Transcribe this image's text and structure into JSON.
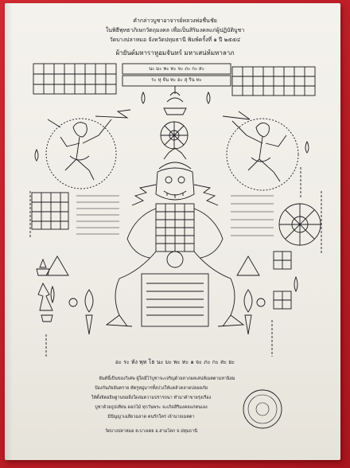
{
  "header": {
    "line1": "คำกล่าวบูชาอาจารย์หลวงพ่อชื่นชัย",
    "line2": "ในพิธีพุทธาภิเษกวัตถุมงคล เพื่อเป็นสิริมงคลแก่ผู้ปฏิบัติบูชา",
    "line3": "วัดบางปลาหมอ จังหวัดปทุมธานี พิมพ์ครั้งที่ ๑ ปี ๒๕๕๔",
    "line4": "ผ้ายันต์มหาราหูอมจันทร์ มหาเสน่ห์มหาลาภ"
  },
  "banner_text": {
    "upper": "นะ มะ พะ ทะ จะ ภะ กะ สะ",
    "lower": "ระ หุ จัน ทะ อะ สุ ริน ทะ"
  },
  "bottom_text": {
    "line1": "อะ ระ หัง พุท โธ นะ มะ พะ ทะ ๑ จะ ภะ กะ สะ ยะ",
    "line2": "ยันต์นี้เป็นของวิเศษ ผู้ใดมีไว้บูชาจะเจริญด้วยลาภผลเสน่ห์เมตตามหานิยม",
    "line3": "ป้องกันภัยอันตราย ศัตรูหมู่มารทั้งปวงให้แคล้วคลาดปลอดภัย",
    "line4": "ให้ตั้งจิตอธิษฐานขอสิ่งใดสมความปรารถนา ทำมาค้าขายรุ่งเรือง",
    "line5": "บูชาด้วยธูปเทียน ดอกไม้ ทุกวันพระ จะเกิดสิริมงคลแก่ตนเอง",
    "line6": "มีปัญญาเฉลียวฉลาด คนรักใคร่ เจ้านายเมตตา",
    "line7": "วัดบางปลาหมอ ต.บางเตย อ.สามโคก จ.ปทุมธานี"
  },
  "icons": {
    "rahu": "rahu-figure-icon",
    "hanuman": "hanuman-figure-icon",
    "stamp": "temple-stamp-icon"
  },
  "colors": {
    "backdrop": "#c6202a",
    "cloth": "#f0eee8",
    "ink": "#1b1a1f"
  }
}
